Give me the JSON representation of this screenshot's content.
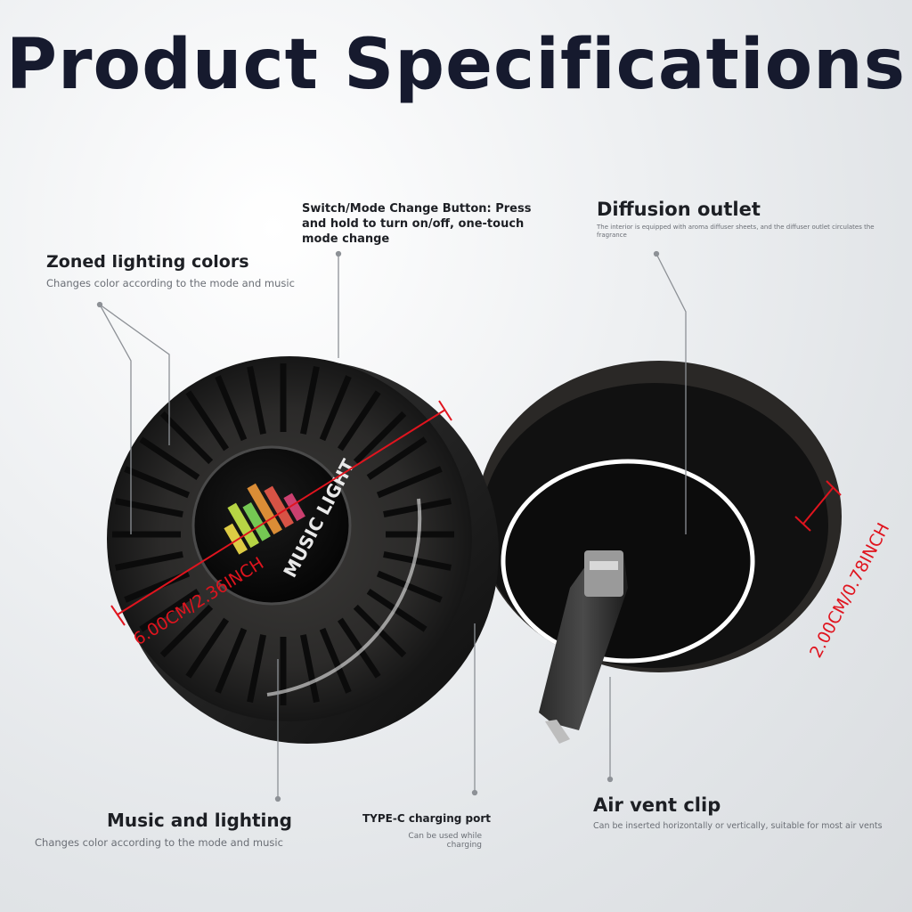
{
  "title": "Product Specifications",
  "features": {
    "switch": {
      "text": "Switch/Mode Change Button: Press and hold to turn on/off, one-touch mode change"
    },
    "diffusion": {
      "heading": "Diffusion outlet",
      "description": "The interior is equipped with aroma diffuser sheets, and the diffuser outlet circulates the fragrance"
    },
    "zoned": {
      "heading": "Zoned lighting colors",
      "description": "Changes color according to the mode and music"
    },
    "music": {
      "heading": "Music and lighting",
      "description": "Changes color according to the mode and music"
    },
    "typec": {
      "heading": "TYPE-C charging port",
      "description": "Can be used while charging"
    },
    "clip": {
      "heading": "Air vent clip",
      "description": "Can be inserted horizontally or vertically, suitable for most air vents"
    }
  },
  "device": {
    "logo_text": "MUSIC LIGHT"
  },
  "dimensions": {
    "diameter": "6.00CM/2.36INCH",
    "thickness": "2.00CM/0.78INCH"
  },
  "colors": {
    "title": "#161a2e",
    "dimension": "#e0141e",
    "ring": "#ffffff"
  }
}
